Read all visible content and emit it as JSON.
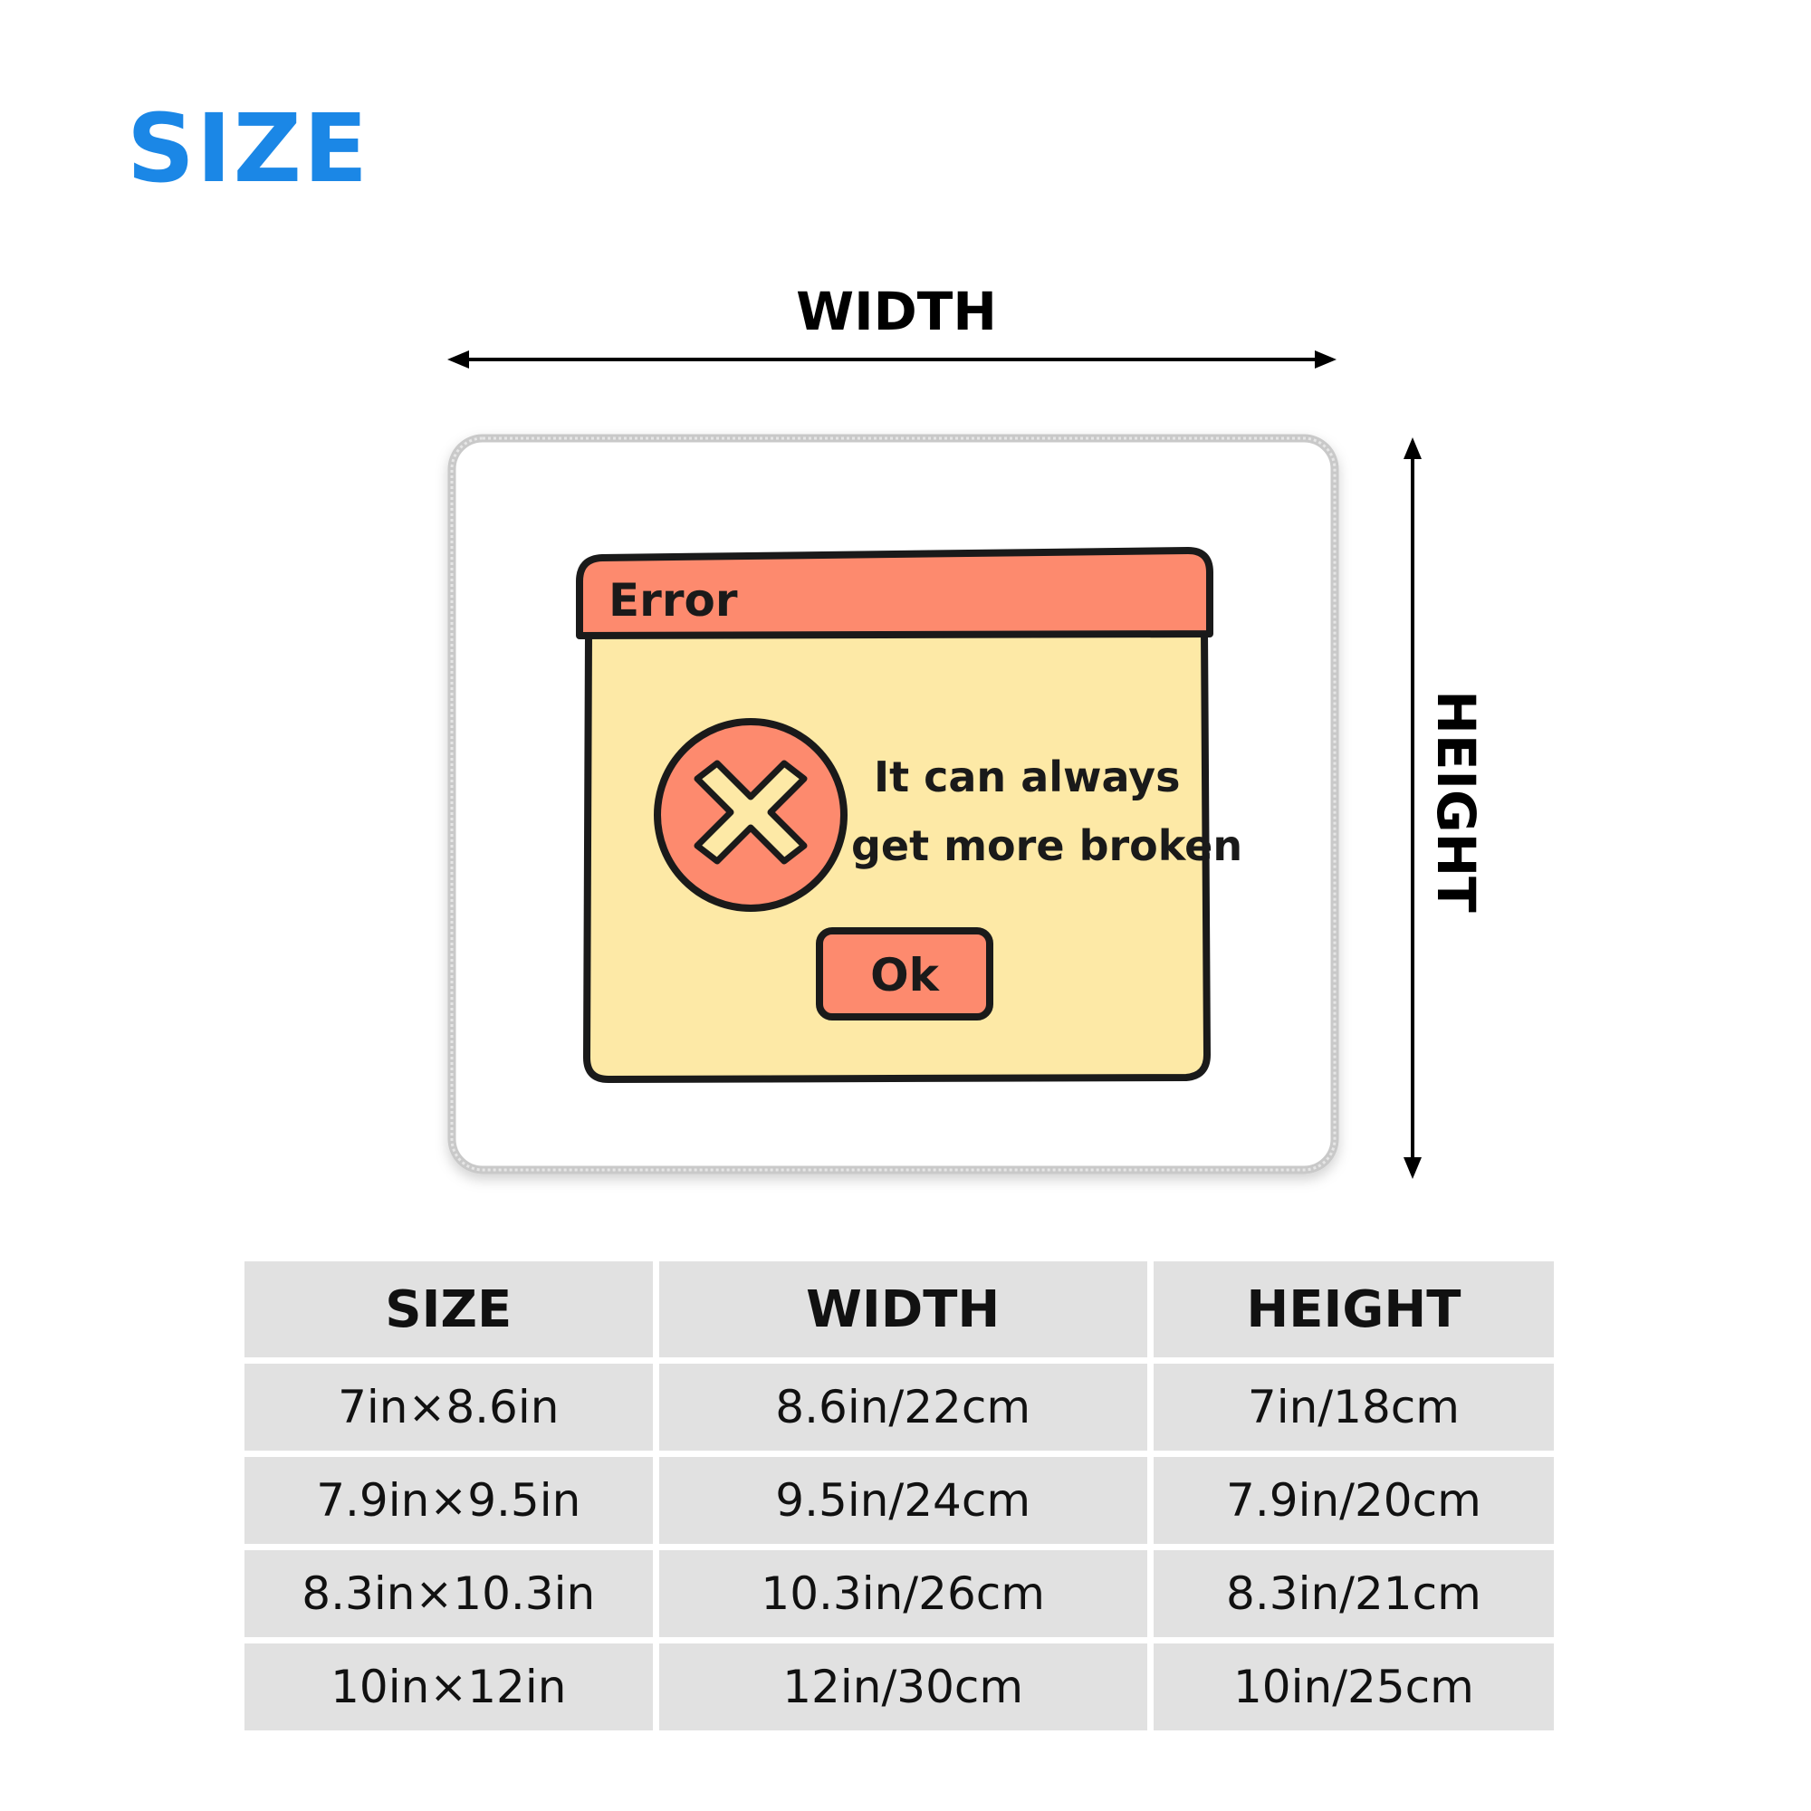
{
  "page": {
    "title": "SIZE",
    "accent_color": "#1b87e6"
  },
  "diagram": {
    "width_label": "WIDTH",
    "height_label": "HEIGHT",
    "illustration": {
      "window_title": "Error",
      "message_line1": "It can always",
      "message_line2": "get more broken",
      "button_label": "Ok",
      "icon": "x-circle-icon",
      "colors": {
        "title_bar": "#fd8a6e",
        "window_body": "#fde9a6",
        "outline": "#1a1a1a"
      }
    }
  },
  "table": {
    "headers": [
      "SIZE",
      "WIDTH",
      "HEIGHT"
    ],
    "rows": [
      [
        "7in×8.6in",
        "8.6in/22cm",
        "7in/18cm"
      ],
      [
        "7.9in×9.5in",
        "9.5in/24cm",
        "7.9in/20cm"
      ],
      [
        "8.3in×10.3in",
        "10.3in/26cm",
        "8.3in/21cm"
      ],
      [
        "10in×12in",
        "12in/30cm",
        "10in/25cm"
      ]
    ],
    "cell_color": "#e1e1e1"
  }
}
